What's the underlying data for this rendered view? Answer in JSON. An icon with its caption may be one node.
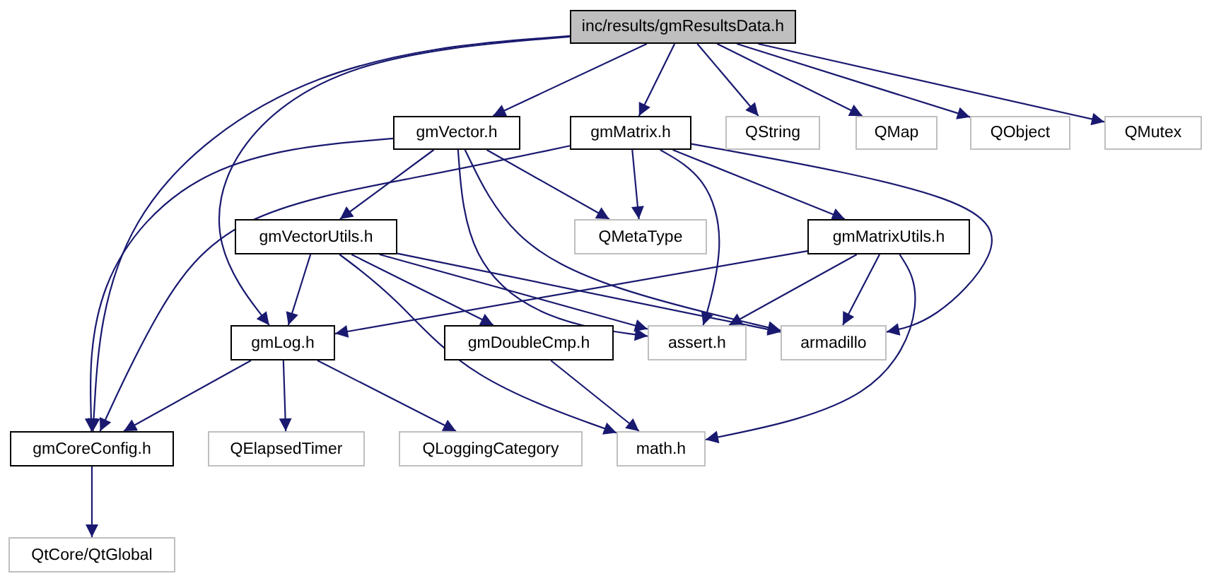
{
  "diagram": {
    "nodes": [
      {
        "text": [
          "inc/results/gmResultsData.h"
        ]
      },
      {
        "text": [
          "gmVector.h"
        ]
      },
      {
        "text": [
          "gmMatrix.h"
        ]
      },
      {
        "text": [
          "QString"
        ]
      },
      {
        "text": [
          "QMap"
        ]
      },
      {
        "text": [
          "QObject"
        ]
      },
      {
        "text": [
          "QMutex"
        ]
      },
      {
        "text": [
          "QMetaType"
        ]
      },
      {
        "text": [
          "gmVectorUtils.h"
        ]
      },
      {
        "text": [
          "gmMatrixUtils.h"
        ]
      },
      {
        "text": [
          "gmLog.h"
        ]
      },
      {
        "text": [
          "gmDoubleCmp.h"
        ]
      },
      {
        "text": [
          "assert.h"
        ]
      },
      {
        "text": [
          "armadillo"
        ]
      },
      {
        "text": [
          "gmCoreConfig.h"
        ]
      },
      {
        "text": [
          "QElapsedTimer"
        ]
      },
      {
        "text": [
          "QLoggingCategory"
        ]
      },
      {
        "text": [
          "math.h"
        ]
      },
      {
        "text": [
          "QtCore/QtGlobal"
        ]
      }
    ],
    "edges": [
      {
        "from": 0,
        "to": 14,
        "arrow": "to"
      },
      {
        "from": 0,
        "to": 10,
        "arrow": "to"
      },
      {
        "from": 0,
        "to": 1,
        "arrow": "to"
      },
      {
        "from": 0,
        "to": 2,
        "arrow": "to"
      },
      {
        "from": 0,
        "to": 3,
        "arrow": "to"
      },
      {
        "from": 0,
        "to": 4,
        "arrow": "to"
      },
      {
        "from": 0,
        "to": 5,
        "arrow": "to"
      },
      {
        "from": 0,
        "to": 6,
        "arrow": "to"
      },
      {
        "from": 1,
        "to": 14,
        "arrow": "to"
      },
      {
        "from": 1,
        "to": 8,
        "arrow": "to"
      },
      {
        "from": 1,
        "to": 7,
        "arrow": "to"
      },
      {
        "from": 1,
        "to": 12,
        "arrow": "to"
      },
      {
        "from": 1,
        "to": 13,
        "arrow": "to"
      },
      {
        "from": 2,
        "to": 14,
        "arrow": "to"
      },
      {
        "from": 2,
        "to": 7,
        "arrow": "to"
      },
      {
        "from": 2,
        "to": 9,
        "arrow": "to"
      },
      {
        "from": 2,
        "to": 12,
        "arrow": "to"
      },
      {
        "from": 2,
        "to": 13,
        "arrow": "to"
      },
      {
        "from": 8,
        "to": 10,
        "arrow": "to"
      },
      {
        "from": 8,
        "to": 11,
        "arrow": "to"
      },
      {
        "from": 8,
        "to": 12,
        "arrow": "to"
      },
      {
        "from": 8,
        "to": 13,
        "arrow": "to"
      },
      {
        "from": 8,
        "to": 17,
        "arrow": "to"
      },
      {
        "from": 9,
        "to": 10,
        "arrow": "to"
      },
      {
        "from": 9,
        "to": 12,
        "arrow": "to"
      },
      {
        "from": 9,
        "to": 13,
        "arrow": "to"
      },
      {
        "from": 9,
        "to": 17,
        "arrow": "to"
      },
      {
        "from": 10,
        "to": 14,
        "arrow": "to"
      },
      {
        "from": 10,
        "to": 15,
        "arrow": "to"
      },
      {
        "from": 10,
        "to": 16,
        "arrow": "to"
      },
      {
        "from": 11,
        "to": 17,
        "arrow": "to"
      },
      {
        "from": 14,
        "to": 18,
        "arrow": "to"
      }
    ]
  }
}
